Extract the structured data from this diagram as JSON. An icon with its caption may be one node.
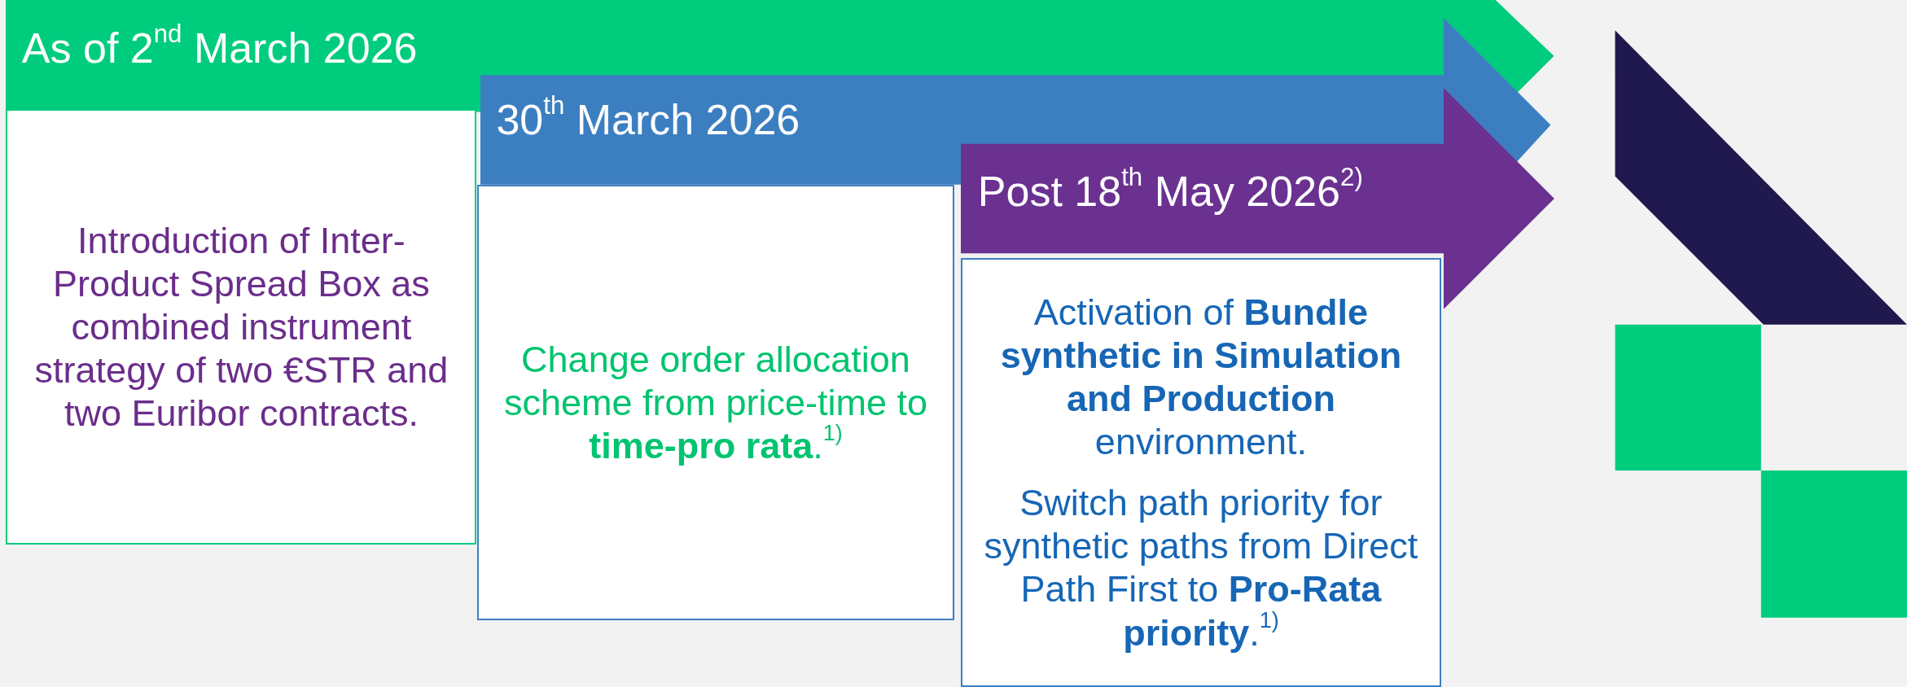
{
  "diagram": {
    "nodes": [
      {
        "text": [
          "As of 2$^{nd}$ March 2026"
        ]
      },
      {
        "text": [
          "Introduction of Inter-Product Spread Box as combined instrument strategy of two €STR and two Euribor contracts."
        ]
      },
      {
        "text": [
          "30$^{th}$ March 2026"
        ]
      },
      {
        "text": [
          "Change order allocation scheme from price-time to **time-pro rata**.$^{1)}$"
        ]
      },
      {
        "text": [
          "Post 18$^{th}$ May 2026$^{2)}$"
        ]
      },
      {
        "text": [
          "Activation of **Bundle synthetic in Simulation and Production** environment.",
          "Switch path priority for synthetic paths from Direct Path First to **Pro-Rata priority**.$^{1)}$"
        ]
      }
    ]
  }
}
